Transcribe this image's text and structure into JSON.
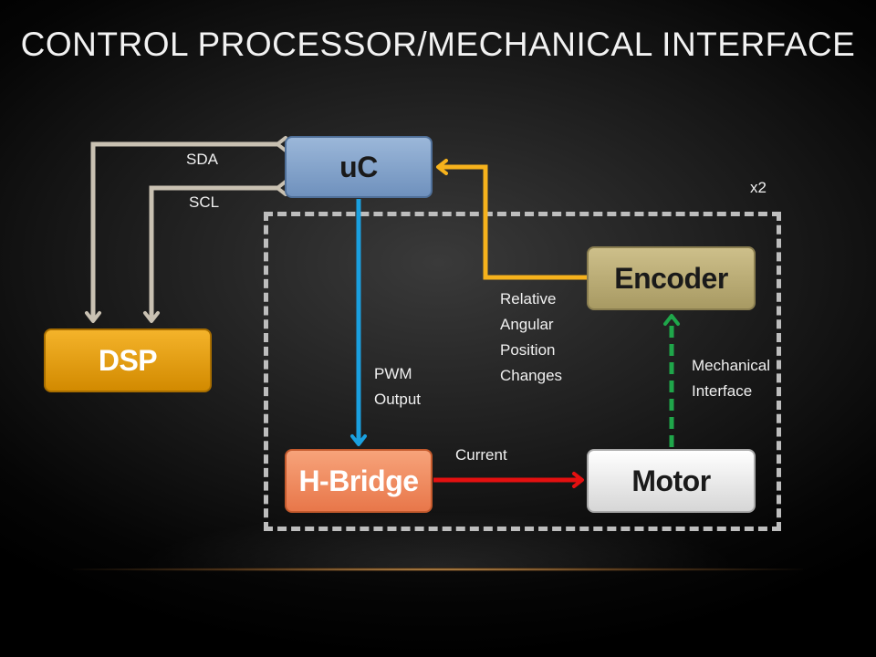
{
  "slide": {
    "title": "CONTROL PROCESSOR/MECHANICAL INTERFACE"
  },
  "blocks": {
    "uc": "uC",
    "encoder": "Encoder",
    "dsp": "DSP",
    "hbridge": "H-Bridge",
    "motor": "Motor"
  },
  "labels": {
    "sda": "SDA",
    "scl": "SCL",
    "multiplier": "x2",
    "relative_lines": [
      "Relative",
      "Angular",
      "Position",
      "Changes"
    ],
    "pwm_lines": [
      "PWM",
      "Output"
    ],
    "mechanical_lines": [
      "Mechanical",
      "Interface"
    ],
    "current": "Current"
  },
  "colors": {
    "i2c_lines": "#c9c1b2",
    "encoder_line": "#f6b21c",
    "pwm_line": "#1aa0e0",
    "current_line": "#e41010",
    "mechanical_line": "#1fa64a",
    "dashed_border": "#bdbdbd"
  }
}
